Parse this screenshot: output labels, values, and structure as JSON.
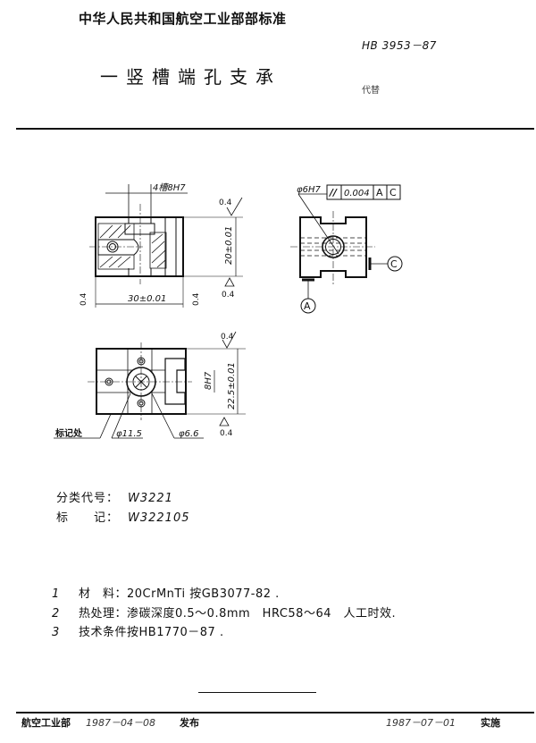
{
  "header": {
    "organization": "中华人民共和国航空工业部部标准",
    "standard_number": "HB 3953－87",
    "title": "一竖槽端孔支承",
    "replaces_label": "代替"
  },
  "drawing": {
    "front_view": {
      "slot_callout": "4槽8H7",
      "height_dim": "20±0.01",
      "width_dim": "30±0.01",
      "roughness": [
        "0.4",
        "0.4",
        "0.4",
        "0.4"
      ]
    },
    "side_view": {
      "hole_callout": "φ6H7",
      "tolerance_frame": [
        "//",
        "0.004",
        "A",
        "C"
      ],
      "datum_a": "A",
      "datum_c": "C"
    },
    "top_view": {
      "slot_dim": "8H7",
      "height_dim": "22.5±0.01",
      "marking_label": "标记处",
      "dia_1": "φ11.5",
      "dia_2": "φ6.6",
      "roughness": [
        "0.4",
        "0.4"
      ]
    }
  },
  "codes": {
    "classification_label": "分类代号：",
    "classification_value": "W3221",
    "marking_label": "标　　记：",
    "marking_value": "W322105"
  },
  "notes": [
    {
      "num": "1",
      "text": "材　料：20CrMnTi 按GB3077-82 ."
    },
    {
      "num": "2",
      "text": "热处理：渗碳深度0.5～0.8mm　HRC58～64　人工时效."
    },
    {
      "num": "3",
      "text": "技术条件按HB1770－87 ."
    }
  ],
  "footer": {
    "issuer": "航空工业部",
    "publish_date": "1987－04－08",
    "publish_label": "发布",
    "effective_date": "1987－07－01",
    "effective_label": "实施"
  }
}
